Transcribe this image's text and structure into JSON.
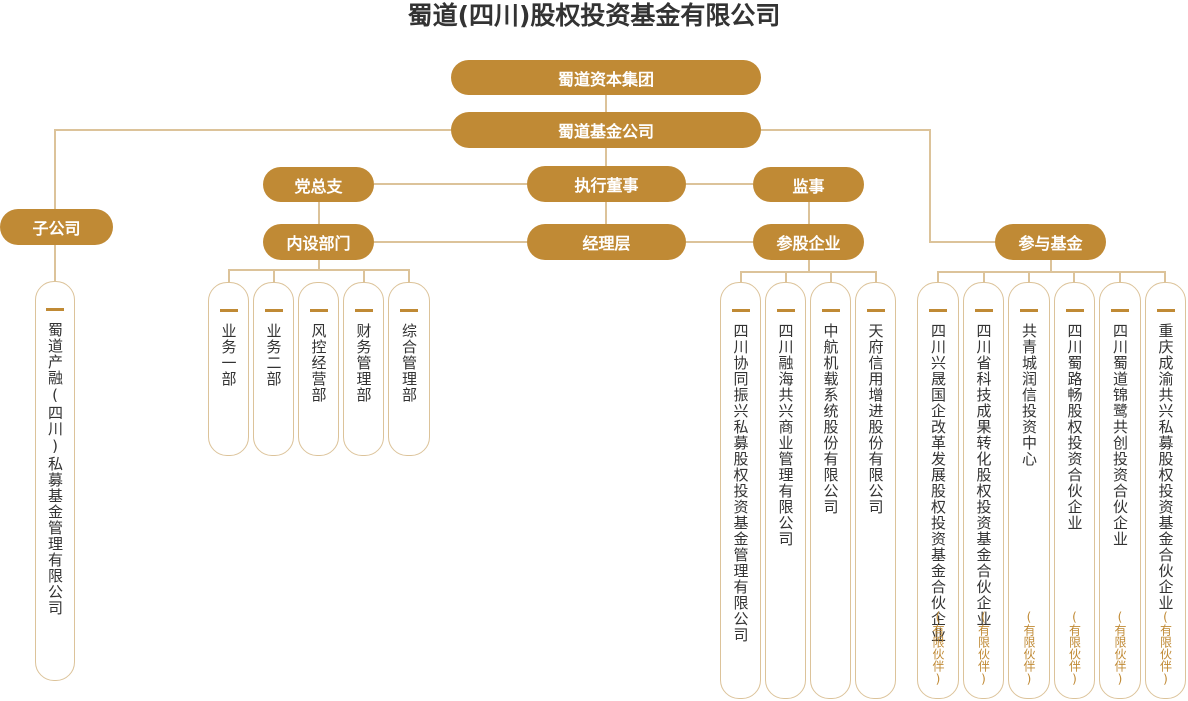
{
  "title": "蜀道(四川)股权投资基金有限公司",
  "nodes": {
    "group": "蜀道资本集团",
    "fund_company": "蜀道基金公司",
    "party_branch": "党总支",
    "executive_director": "执行董事",
    "supervisor": "监事",
    "subsidiary": "子公司",
    "internal_depts": "内设部门",
    "management": "经理层",
    "invested_enterprises": "参股企业",
    "participated_funds": "参与基金"
  },
  "subsidiary_cards": [
    {
      "text": "蜀道产融(四川)私募基金管理有限公司"
    }
  ],
  "dept_cards": [
    {
      "text": "业务一部"
    },
    {
      "text": "业务二部"
    },
    {
      "text": "风控经营部"
    },
    {
      "text": "财务管理部"
    },
    {
      "text": "综合管理部"
    }
  ],
  "enterprise_cards": [
    {
      "text": "四川协同振兴私募股权投资基金管理有限公司"
    },
    {
      "text": "四川融海共兴商业管理有限公司"
    },
    {
      "text": "中航机载系统股份有限公司"
    },
    {
      "text": "天府信用增进股份有限公司"
    }
  ],
  "fund_cards": [
    {
      "text": "四川兴晟国企改革发展股权投资基金合伙企业",
      "note": "(有限伙伴)"
    },
    {
      "text": "四川省科技成果转化股权投资基金合伙企业",
      "note": "(有限伙伴)"
    },
    {
      "text": "共青城润信投资中心",
      "note": "(有限伙伴)"
    },
    {
      "text": "四川蜀路畅股权投资合伙企业",
      "note": "(有限伙伴)"
    },
    {
      "text": "四川蜀道锦鹭共创投资合伙企业",
      "note": "(有限伙伴)"
    },
    {
      "text": "重庆成渝共兴私募股权投资基金合伙企业",
      "note": "(有限伙伴)"
    }
  ],
  "colors": {
    "accent": "#c08a35",
    "line": "#dcc39a",
    "text": "#333333"
  }
}
